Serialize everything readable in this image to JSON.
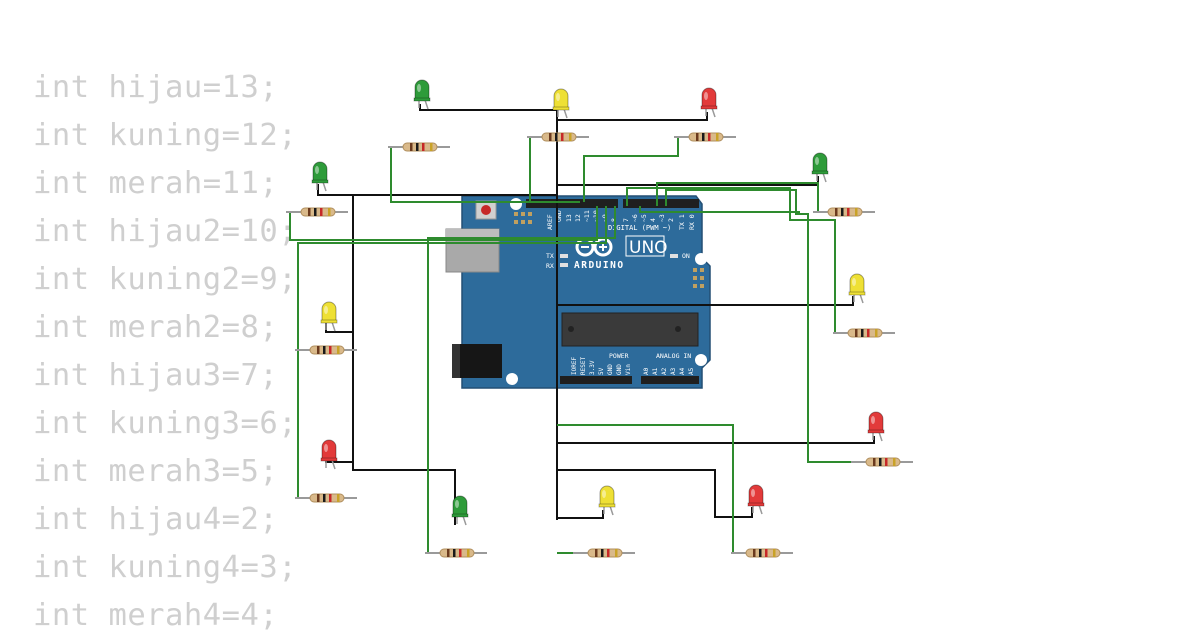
{
  "code": {
    "lines": [
      "int hijau=13;",
      "int kuning=12;",
      "int merah=11;",
      "int hijau2=10;",
      "int kuning2=9;",
      "int merah2=8;",
      "int hijau3=7;",
      "int kuning3=6;",
      "int merah3=5;",
      "int hijau4=2;",
      "int kuning4=3;",
      "int merah4=4;"
    ]
  },
  "board": {
    "model": "UNO",
    "brand": "ARDUINO",
    "digital_label": "DIGITAL (PWM ~)",
    "aref": "AREF",
    "gnd": "GND",
    "tx": "TX",
    "rx": "RX",
    "on": "ON",
    "power_label": "POWER",
    "analog_label": "ANALOG IN",
    "digital_pins": [
      "13",
      "12",
      "~11",
      "~10",
      "~9",
      "8",
      "7",
      "~6",
      "~5",
      "4",
      "~3",
      "2",
      "TX 1",
      "RX 0"
    ],
    "power_pins": [
      "IOREF",
      "RESET",
      "3.3V",
      "5V",
      "GND",
      "GND",
      "Vin"
    ],
    "analog_pins": [
      "A0",
      "A1",
      "A2",
      "A3",
      "A4",
      "A5"
    ],
    "colors": {
      "board": "#2d6b9b",
      "edge": "#234f74",
      "text": "#ffffff",
      "chip": "#3a3a3a"
    }
  },
  "components": {
    "leds": [
      {
        "color": "green",
        "pin": 13
      },
      {
        "color": "yellow",
        "pin": 12
      },
      {
        "color": "red",
        "pin": 11
      },
      {
        "color": "green",
        "pin": 10
      },
      {
        "color": "yellow",
        "pin": 9
      },
      {
        "color": "red",
        "pin": 8
      },
      {
        "color": "green",
        "pin": 7
      },
      {
        "color": "yellow",
        "pin": 6
      },
      {
        "color": "red",
        "pin": 5
      },
      {
        "color": "green",
        "pin": 2
      },
      {
        "color": "yellow",
        "pin": 3
      },
      {
        "color": "red",
        "pin": 4
      }
    ],
    "resistor_count": 12,
    "led_colors": {
      "green": "#2e9b3a",
      "yellow": "#eee035",
      "red": "#e23a3a"
    },
    "wire_colors": {
      "signal": "#2e8b2e",
      "ground": "#111111"
    }
  }
}
